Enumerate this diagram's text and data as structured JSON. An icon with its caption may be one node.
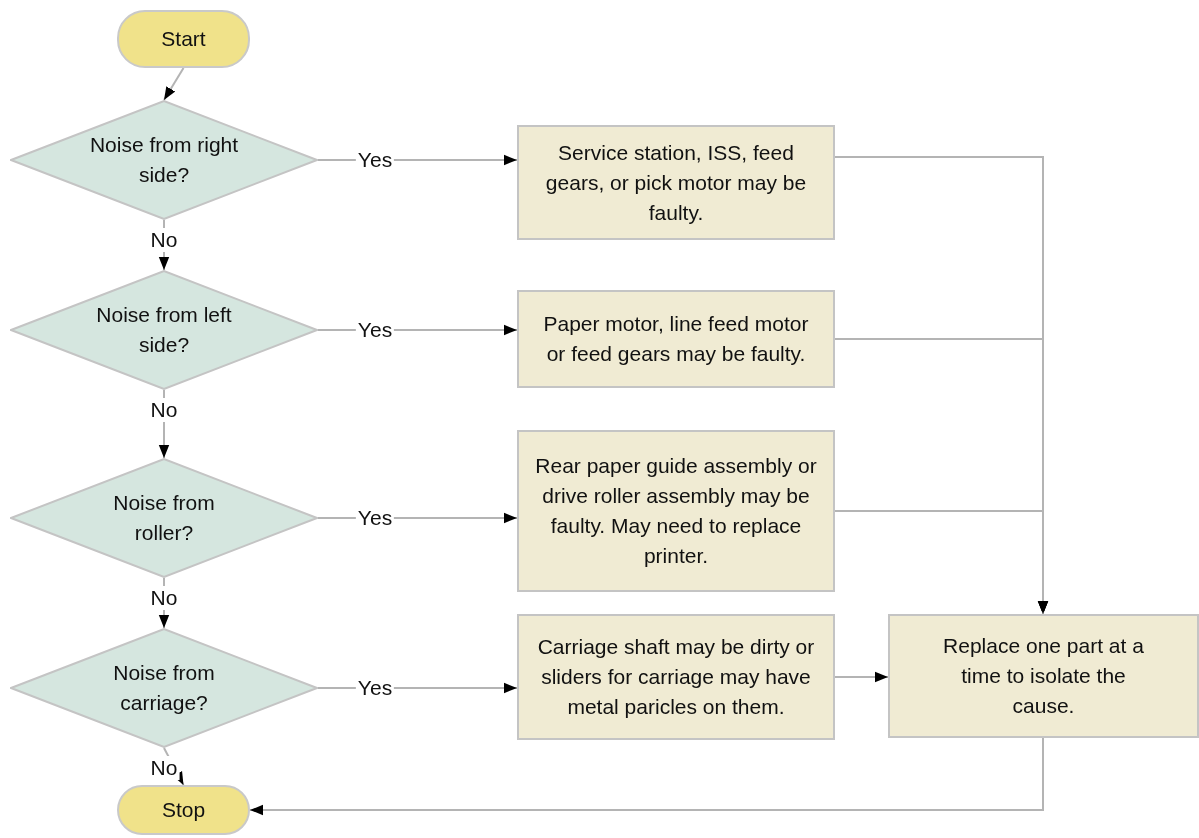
{
  "diagram": {
    "nodes": [
      {
        "text": [
          "Start"
        ]
      },
      {
        "text": [
          "Noise from right side?"
        ]
      },
      {
        "text": [
          "Service station, ISS, feed gears, or pick motor may be faulty."
        ]
      },
      {
        "text": [
          "Noise from left side?"
        ]
      },
      {
        "text": [
          "Paper motor, line feed motor or feed gears may be faulty."
        ]
      },
      {
        "text": [
          "Noise from roller?"
        ]
      },
      {
        "text": [
          "Rear paper guide assembly or drive roller assembly may be faulty. May need to replace printer."
        ]
      },
      {
        "text": [
          "Noise from carriage?"
        ]
      },
      {
        "text": [
          "Carriage shaft may be dirty or sliders for carriage may have metal paricles on them."
        ]
      },
      {
        "text": [
          "Replace one part at a time to isolate the cause."
        ]
      },
      {
        "text": [
          "Stop"
        ]
      }
    ],
    "edges": [
      {
        "from": 0,
        "to": 1,
        "arrow": "to"
      },
      {
        "from": 1,
        "to": 2,
        "arrow": "to",
        "label": "Yes"
      },
      {
        "from": 1,
        "to": 3,
        "arrow": "to",
        "label": "No"
      },
      {
        "from": 3,
        "to": 4,
        "arrow": "to",
        "label": "Yes"
      },
      {
        "from": 3,
        "to": 5,
        "arrow": "to",
        "label": "No"
      },
      {
        "from": 5,
        "to": 6,
        "arrow": "to",
        "label": "Yes"
      },
      {
        "from": 5,
        "to": 7,
        "arrow": "to",
        "label": "No"
      },
      {
        "from": 7,
        "to": 8,
        "arrow": "to",
        "label": "Yes"
      },
      {
        "from": 7,
        "to": 10,
        "arrow": "to",
        "label": "No"
      },
      {
        "from": 2,
        "to": 9,
        "arrow": "to"
      },
      {
        "from": 4,
        "to": 9,
        "arrow": "to"
      },
      {
        "from": 6,
        "to": 9,
        "arrow": "to"
      },
      {
        "from": 8,
        "to": 9,
        "arrow": "to"
      },
      {
        "from": 9,
        "to": 10,
        "arrow": "to"
      }
    ]
  }
}
